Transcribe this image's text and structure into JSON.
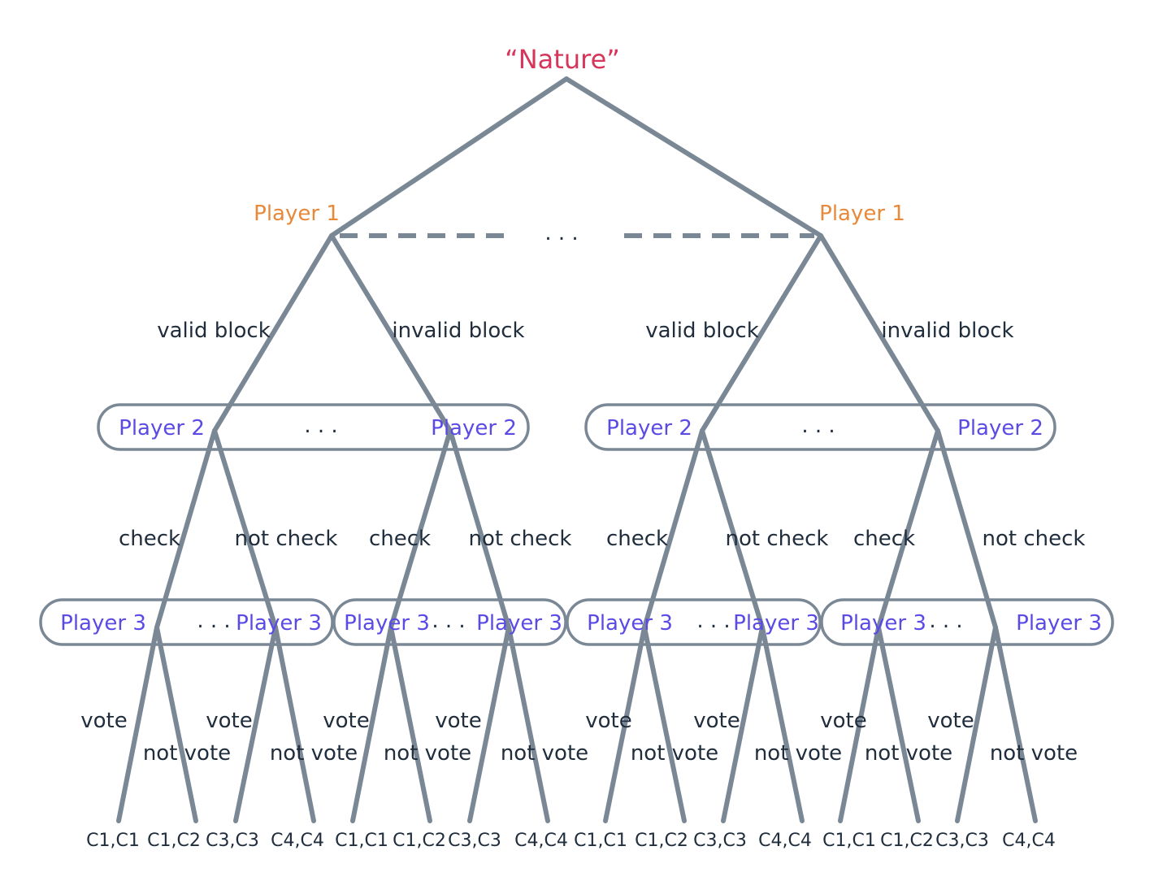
{
  "root": {
    "label": "“Nature”"
  },
  "player1": {
    "left_label": "Player 1",
    "right_label": "Player 1",
    "info_dots": ". . ."
  },
  "level1_actions": {
    "left": [
      "valid block",
      "invalid block"
    ],
    "right": [
      "valid block",
      "invalid block"
    ]
  },
  "player2_sets": [
    {
      "left_label": "Player 2",
      "right_label": "Player 2",
      "dots": ". . ."
    },
    {
      "left_label": "Player 2",
      "right_label": "Player 2",
      "dots": ". . ."
    }
  ],
  "level2_actions": [
    "check",
    "not check",
    "check",
    "not check",
    "check",
    "not check",
    "check",
    "not check"
  ],
  "player3_sets": [
    {
      "left_label": "Player 3",
      "right_label": "Player 3",
      "dots": ". . ."
    },
    {
      "left_label": "Player 3",
      "right_label": "Player 3",
      "dots": ". . ."
    },
    {
      "left_label": "Player 3",
      "right_label": "Player 3",
      "dots": ". . ."
    },
    {
      "left_label": "Player 3",
      "right_label": "Player 3",
      "dots": ". . ."
    }
  ],
  "level3_actions": {
    "vote": [
      "vote",
      "vote",
      "vote",
      "vote",
      "vote",
      "vote",
      "vote",
      "vote"
    ],
    "not_vote": [
      "not vote",
      "not vote",
      "not vote",
      "not vote",
      "not vote",
      "not vote",
      "not vote",
      "not vote"
    ]
  },
  "outcomes": [
    "C1,C1",
    "C1,C2",
    "C3,C3",
    "C4,C4",
    "C1,C1",
    "C1,C2",
    "C3,C3",
    "C4,C4",
    "C1,C1",
    "C1,C2",
    "C3,C3",
    "C4,C4",
    "C1,C1",
    "C1,C2",
    "C3,C3",
    "C4,C4"
  ]
}
